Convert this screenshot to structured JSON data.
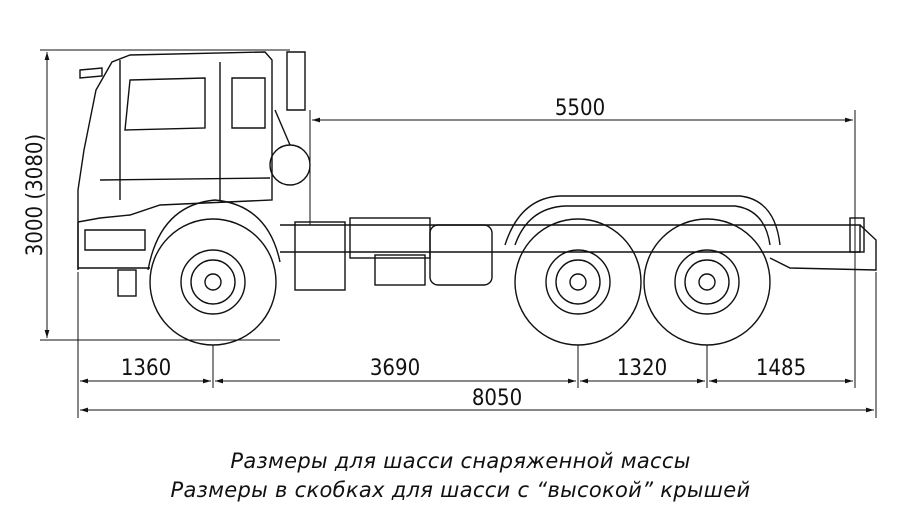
{
  "dimensions": {
    "height": "3000 (3080)",
    "wheelbase_total": "5500",
    "front_overhang": "1360",
    "wheelbase_front": "3690",
    "axle_spacing": "1320",
    "rear_overhang": "1485",
    "overall_length": "8050"
  },
  "captions": {
    "line1": "Размеры для шасси снаряженной массы",
    "line2": "Размеры в скобках для шасси с “высокой” крышей"
  }
}
